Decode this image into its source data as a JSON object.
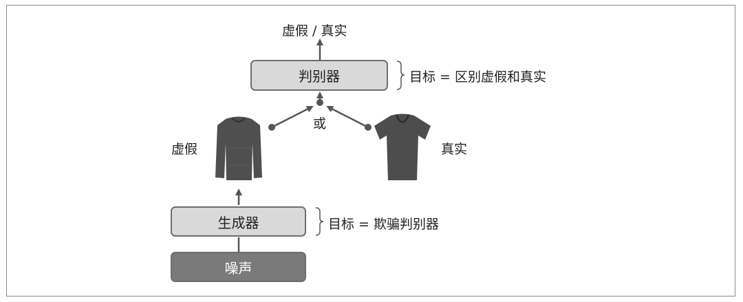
{
  "diagram": {
    "output_label": "虚假 / 真实",
    "discriminator": {
      "label": "判别器",
      "goal": "目标 = 区别虚假和真实"
    },
    "or_label": "或",
    "fake_label": "虚假",
    "real_label": "真实",
    "generator": {
      "label": "生成器",
      "goal": "目标 = 欺骗判别器"
    },
    "noise_label": "噪声",
    "fake_image_icon": "sweater-icon",
    "real_image_icon": "tshirt-icon",
    "colors": {
      "box_light": "#d9d9d9",
      "box_dark": "#7a7a7a",
      "stroke": "#555555"
    }
  }
}
